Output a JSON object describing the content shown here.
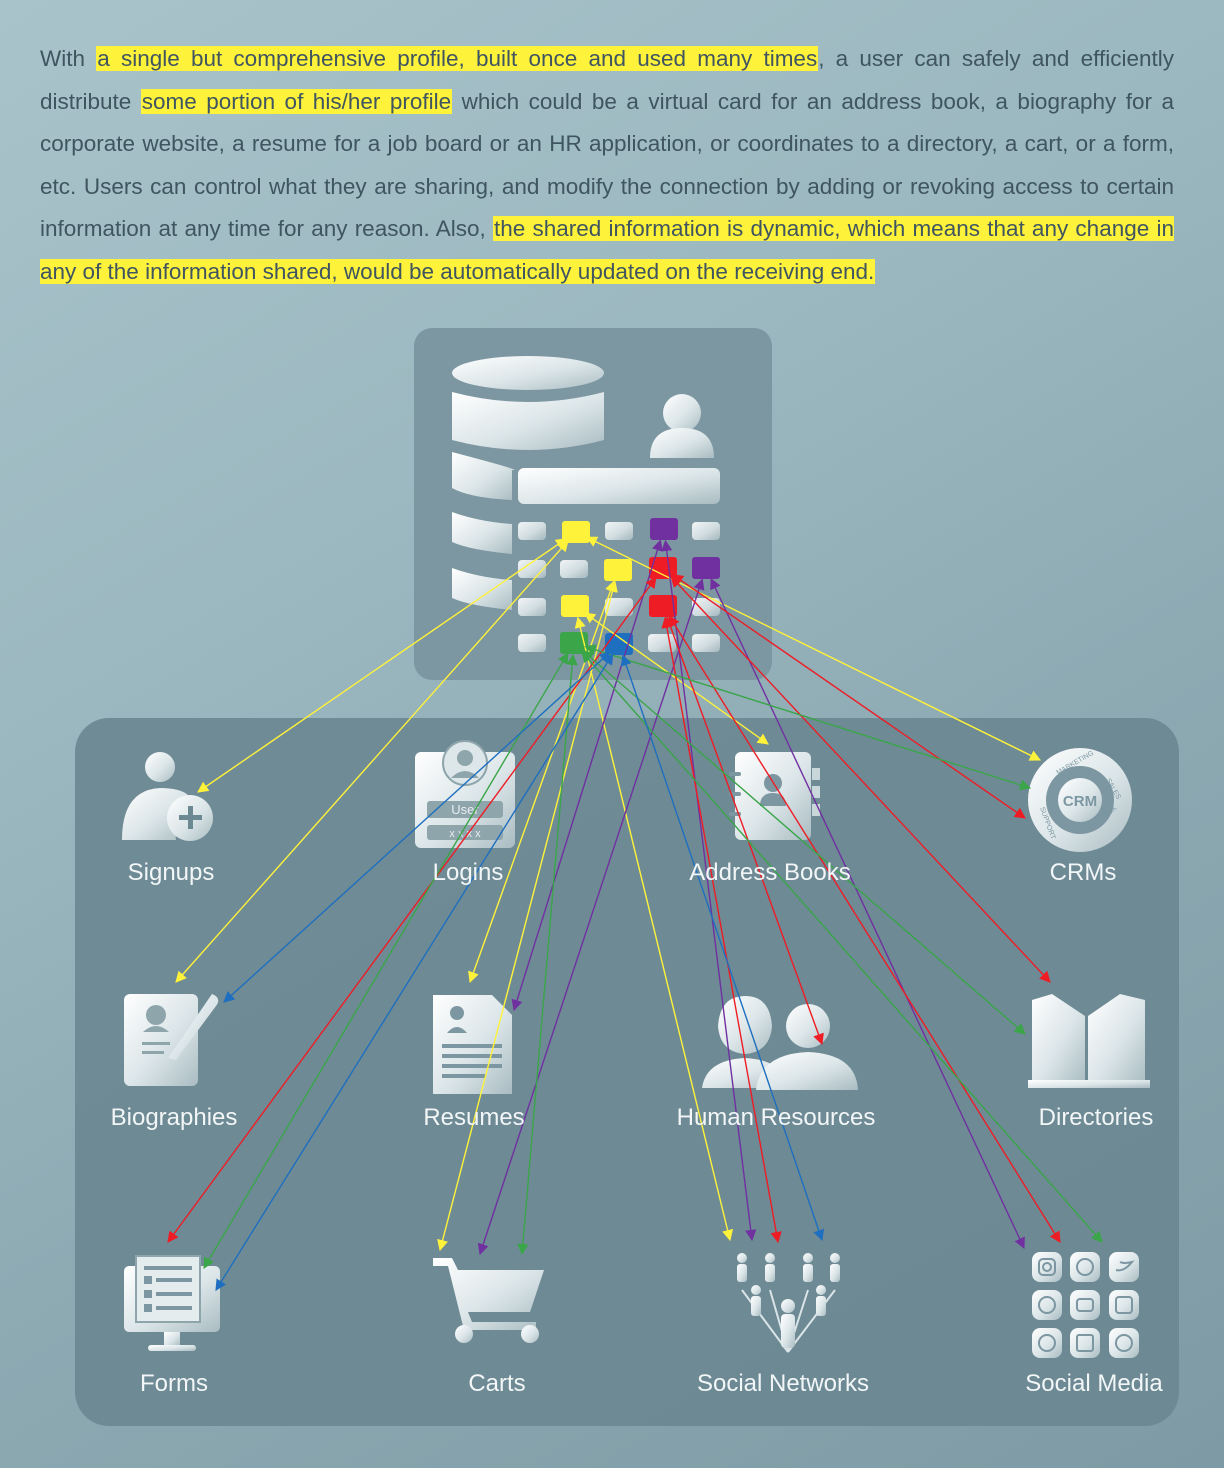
{
  "intro": {
    "parts": [
      {
        "text": "With ",
        "hl": false
      },
      {
        "text": "a single but comprehensive profile, built once and used many times",
        "hl": true
      },
      {
        "text": ", a user can safely and efficiently distribute ",
        "hl": false
      },
      {
        "text": "some portion of his/her profile",
        "hl": true
      },
      {
        "text": " which could be a virtual card for an address book, a biography for a corporate website, a resume for a job board or an HR application, or coordinates to a directory, a cart, or a form, etc. Users can control what they are sharing, and modify the connection by adding or revoking access to certain information at any time for any reason.  Also, ",
        "hl": false
      },
      {
        "text": "the shared information is dynamic, which means that any change in any of the information shared, would be automatically updated on the receiving end.",
        "hl": true
      }
    ]
  },
  "highlight_color": "#fff23a",
  "categories": [
    {
      "id": "signups",
      "label": "Signups",
      "icon": "user-add-icon"
    },
    {
      "id": "logins",
      "label": "Logins",
      "icon": "login-card-icon",
      "icon_text": "User",
      "icon_text2": "x x x x"
    },
    {
      "id": "address-books",
      "label": "Address Books",
      "icon": "address-book-icon"
    },
    {
      "id": "crms",
      "label": "CRMs",
      "icon": "crm-cycle-icon",
      "icon_text": "CRM",
      "ring_words": [
        "MARKETING",
        "SALES",
        "FEEDBACK",
        "SUPPORT"
      ]
    },
    {
      "id": "biographies",
      "label": "Biographies",
      "icon": "biography-icon"
    },
    {
      "id": "resumes",
      "label": "Resumes",
      "icon": "resume-icon"
    },
    {
      "id": "human-resources",
      "label": "Human Resources",
      "icon": "hr-people-icon"
    },
    {
      "id": "directories",
      "label": "Directories",
      "icon": "directory-book-icon"
    },
    {
      "id": "forms",
      "label": "Forms",
      "icon": "form-monitor-icon"
    },
    {
      "id": "carts",
      "label": "Carts",
      "icon": "shopping-cart-icon"
    },
    {
      "id": "social-networks",
      "label": "Social Networks",
      "icon": "social-network-icon"
    },
    {
      "id": "social-media",
      "label": "Social Media",
      "icon": "social-media-grid-icon"
    }
  ],
  "profile_cells": [
    {
      "id": "c1",
      "color": "yellow"
    },
    {
      "id": "c2",
      "color": "purple"
    },
    {
      "id": "c3",
      "color": "yellow"
    },
    {
      "id": "c4",
      "color": "red"
    },
    {
      "id": "c5",
      "color": "purple"
    },
    {
      "id": "c6",
      "color": "yellow"
    },
    {
      "id": "c7",
      "color": "red"
    },
    {
      "id": "c8",
      "color": "green"
    },
    {
      "id": "c9",
      "color": "blue"
    }
  ],
  "colors": {
    "yellow": "#fff23a",
    "purple": "#7030a0",
    "red": "#ee1c25",
    "green": "#3aa549",
    "blue": "#1e6fbf"
  },
  "connections": [
    {
      "from": "c1",
      "to": "signups",
      "color": "yellow"
    },
    {
      "from": "c1",
      "to": "biographies",
      "color": "yellow"
    },
    {
      "from": "c1",
      "to": "crms",
      "color": "yellow"
    },
    {
      "from": "c3",
      "to": "resumes",
      "color": "yellow"
    },
    {
      "from": "c3",
      "to": "carts",
      "color": "yellow"
    },
    {
      "from": "c6",
      "to": "address-books",
      "color": "yellow"
    },
    {
      "from": "c6",
      "to": "social-networks",
      "color": "yellow"
    },
    {
      "from": "c2",
      "to": "resumes",
      "color": "purple"
    },
    {
      "from": "c2",
      "to": "social-networks",
      "color": "purple"
    },
    {
      "from": "c5",
      "to": "carts",
      "color": "purple"
    },
    {
      "from": "c5",
      "to": "social-media",
      "color": "purple"
    },
    {
      "from": "c4",
      "to": "forms",
      "color": "red"
    },
    {
      "from": "c4",
      "to": "crms",
      "color": "red"
    },
    {
      "from": "c4",
      "to": "directories",
      "color": "red"
    },
    {
      "from": "c7",
      "to": "human-resources",
      "color": "red"
    },
    {
      "from": "c7",
      "to": "social-networks",
      "color": "red"
    },
    {
      "from": "c7",
      "to": "social-media",
      "color": "red"
    },
    {
      "from": "c8",
      "to": "forms",
      "color": "green"
    },
    {
      "from": "c8",
      "to": "carts",
      "color": "green"
    },
    {
      "from": "c8",
      "to": "crms",
      "color": "green"
    },
    {
      "from": "c8",
      "to": "directories",
      "color": "green"
    },
    {
      "from": "c8",
      "to": "social-media",
      "color": "green"
    },
    {
      "from": "c9",
      "to": "biographies",
      "color": "blue"
    },
    {
      "from": "c9",
      "to": "forms",
      "color": "blue"
    },
    {
      "from": "c9",
      "to": "social-networks",
      "color": "blue"
    }
  ]
}
